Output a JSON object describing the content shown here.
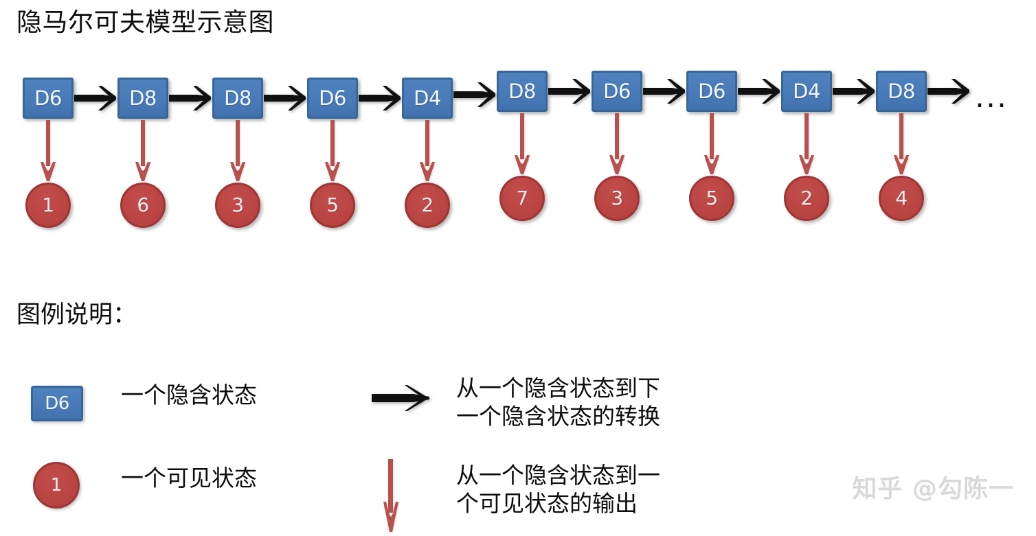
{
  "title": "隐马尔可夫模型示意图",
  "chain": {
    "hidden_states": [
      {
        "label": "D6"
      },
      {
        "label": "D8"
      },
      {
        "label": "D8"
      },
      {
        "label": "D6"
      },
      {
        "label": "D4"
      },
      {
        "label": "D8"
      },
      {
        "label": "D6"
      },
      {
        "label": "D6"
      },
      {
        "label": "D4"
      },
      {
        "label": "D8"
      }
    ],
    "observed_states": [
      {
        "label": "1"
      },
      {
        "label": "6"
      },
      {
        "label": "3"
      },
      {
        "label": "5"
      },
      {
        "label": "2"
      },
      {
        "label": "7"
      },
      {
        "label": "3"
      },
      {
        "label": "5"
      },
      {
        "label": "2"
      },
      {
        "label": "4"
      }
    ],
    "continuation": "..."
  },
  "legend": {
    "heading": "图例说明：",
    "items": [
      {
        "symbol": "hidden-state-box",
        "symbol_label": "D6",
        "text": "一个隐含状态"
      },
      {
        "symbol": "observed-state-circle",
        "symbol_label": "1",
        "text": "一个可见状态"
      },
      {
        "symbol": "black-horizontal-arrow",
        "text": "从一个隐含状态到下\n一个隐含状态的转换"
      },
      {
        "symbol": "red-vertical-arrow",
        "text": "从一个隐含状态到一\n个可见状态的输出"
      }
    ]
  },
  "watermark": "知乎 @勾陈一",
  "colors": {
    "hidden_state_fill": "#4f81bd",
    "hidden_state_border": "#35679b",
    "observed_state_fill": "#bb4543",
    "observed_state_border": "#9e3634",
    "transition_arrow": "#101010",
    "emission_arrow": "#b9504e",
    "text": "#0d0d0d",
    "watermark": "#d9d9d9",
    "background": "#ffffff"
  }
}
